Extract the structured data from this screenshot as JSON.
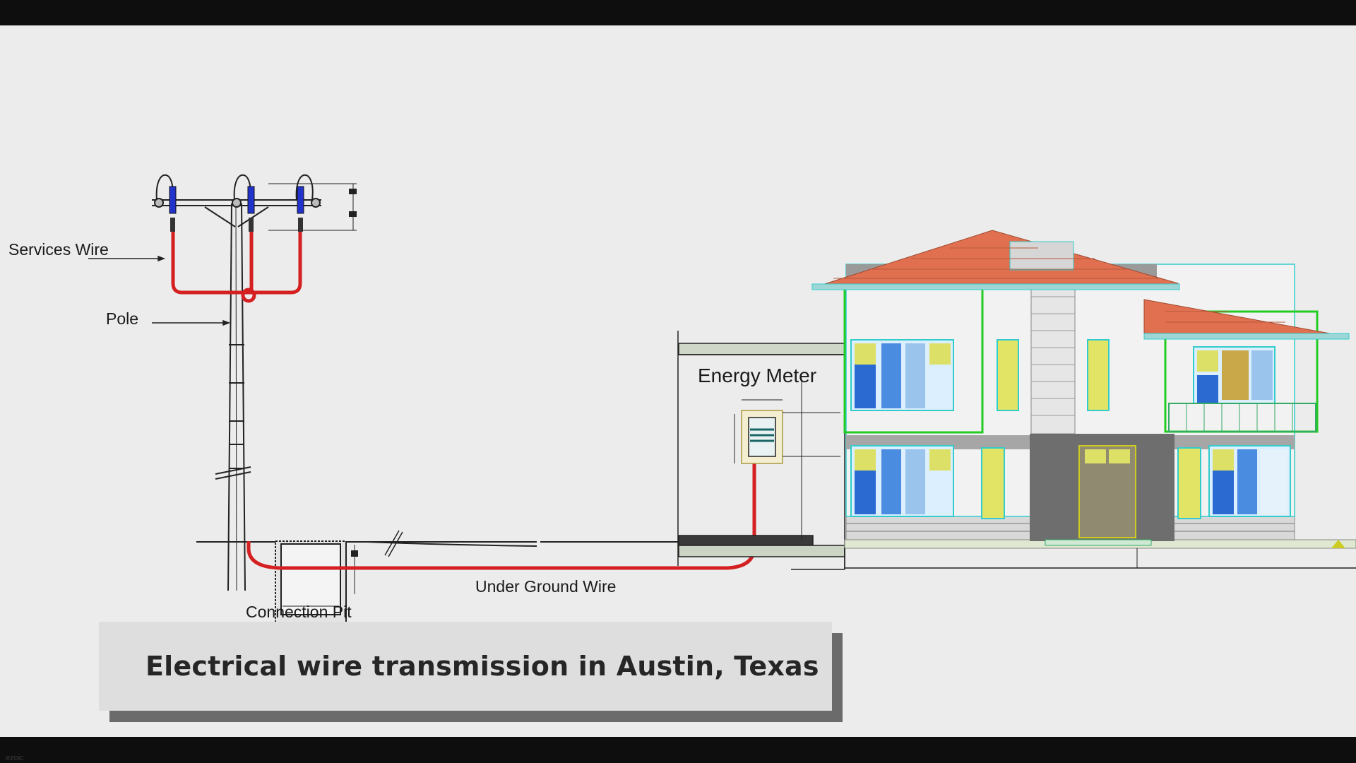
{
  "labels": {
    "services_wire": "Services Wire",
    "pole": "Pole",
    "energy_meter": "Energy Meter",
    "under_ground_wire": "Under Ground Wire",
    "connection_pit": "Connection Pit"
  },
  "caption": "Electrical wire transmission in Austin, Texas",
  "watermark": "ezoic",
  "colors": {
    "wire": "#d42020",
    "insulator": "#2233cc",
    "roof": "#e07050",
    "window_frame": "#22cc22",
    "outline": "#33cccc"
  }
}
